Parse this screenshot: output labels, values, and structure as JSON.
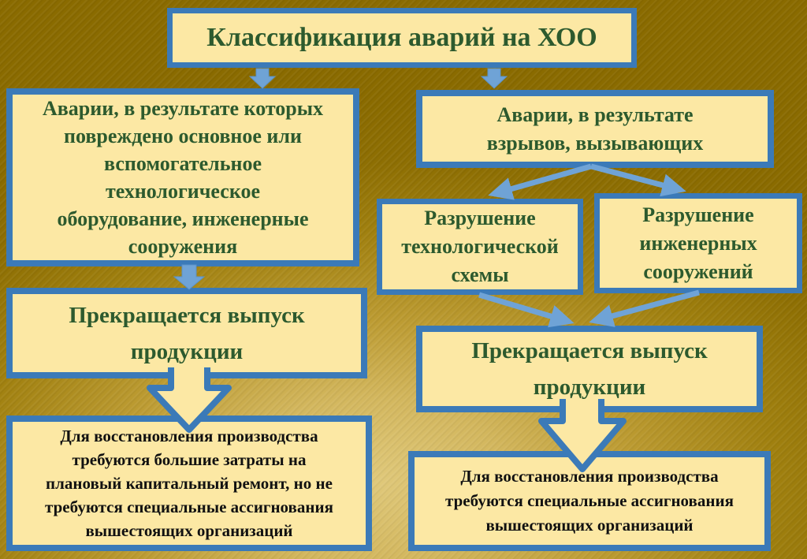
{
  "diagram": {
    "title": "Классификация аварий на ХОО",
    "nodes": {
      "title": "Классификация аварий на ХОО",
      "left_top": "Аварии, в результате которых\nповреждено основное или\nвспомогательное\nтехнологическое\nоборудование, инженерные\nсооружения",
      "right_top": "Аварии, в результате\nвзрывов, вызывающих",
      "mid_left": "Разрушение\nтехнологической\nсхемы",
      "mid_right": "Разрушение\nинженерных\nсооружений",
      "left_stop": "Прекращается выпуск\nпродукции",
      "right_stop": "Прекращается выпуск\nпродукции",
      "left_bottom": "Для восстановления производства\nтребуются большие затраты на\nплановый капитальный ремонт, но не\nтребуются специальные ассигнования\nвышестоящих организаций",
      "right_bottom": "Для восстановления производства\nтребуются специальные ассигнования\nвышестоящих организаций"
    },
    "edges": [
      {
        "from": "title",
        "to": "left_top",
        "style": "block-arrow"
      },
      {
        "from": "title",
        "to": "right_top",
        "style": "block-arrow"
      },
      {
        "from": "left_top",
        "to": "left_stop",
        "style": "block-arrow"
      },
      {
        "from": "right_top",
        "to": "mid_left",
        "style": "line-arrow"
      },
      {
        "from": "right_top",
        "to": "mid_right",
        "style": "line-arrow"
      },
      {
        "from": "mid_left",
        "to": "right_stop",
        "style": "line-arrow"
      },
      {
        "from": "mid_right",
        "to": "right_stop",
        "style": "line-arrow"
      },
      {
        "from": "left_stop",
        "to": "left_bottom",
        "style": "outlined-big-arrow"
      },
      {
        "from": "right_stop",
        "to": "right_bottom",
        "style": "outlined-big-arrow"
      }
    ],
    "colors": {
      "background_dark": "#8a6b00",
      "background_light": "#e0c97b",
      "box_fill": "#fce8a4",
      "box_border": "#3b7ab8",
      "arrow_blue": "#6fa3d6",
      "text_green": "#2d5a2e",
      "text_black": "#111111"
    }
  }
}
